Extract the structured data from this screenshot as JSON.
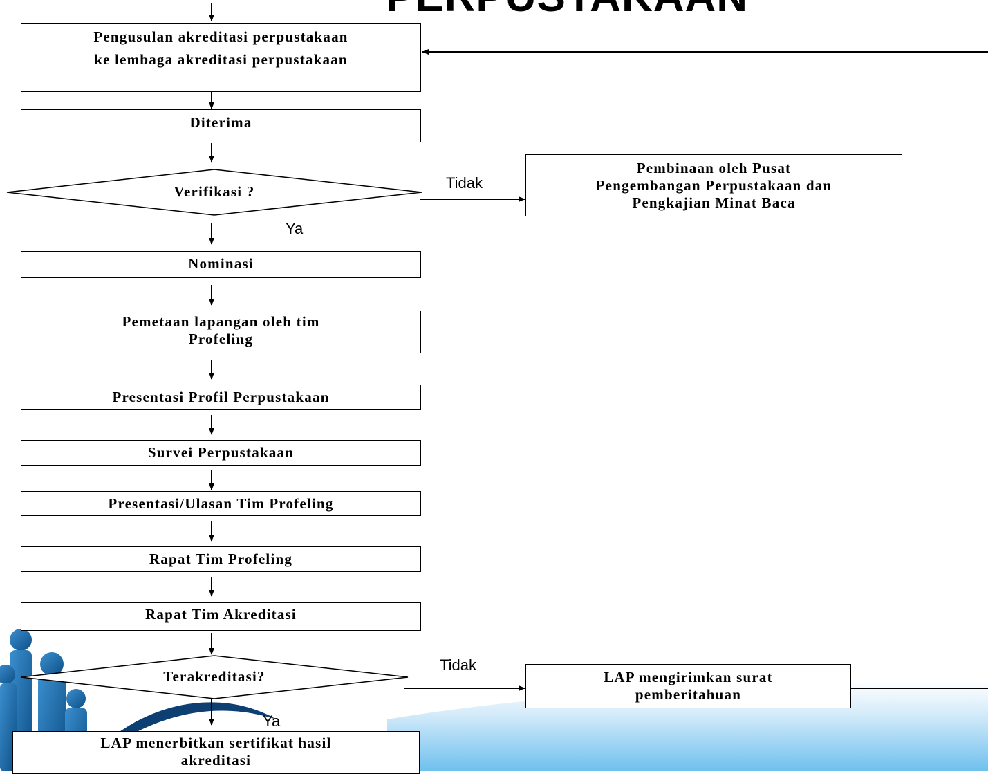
{
  "title": "PERPUSTAKAAN",
  "steps": [
    {
      "line1": "Pengusulan akreditasi perpustakaan",
      "line2": "ke lembaga akreditasi perpustakaan"
    },
    {
      "line1": "Diterima",
      "line2": ""
    },
    {
      "line1": "Nominasi",
      "line2": ""
    },
    {
      "line1": "Pemetaan lapangan oleh tim",
      "line2": "Profeling"
    },
    {
      "line1": "Presentasi Profil Perpustakaan",
      "line2": ""
    },
    {
      "line1": "Survei Perpustakaan",
      "line2": ""
    },
    {
      "line1": "Presentasi/Ulasan Tim Profeling",
      "line2": ""
    },
    {
      "line1": "Rapat Tim Profeling",
      "line2": ""
    },
    {
      "line1": "Rapat Tim Akreditasi",
      "line2": ""
    },
    {
      "line1": "LAP menerbitkan sertifikat hasil",
      "line2": "akreditasi"
    }
  ],
  "decisions": [
    {
      "label": "Verifikasi ?",
      "yes": "Ya",
      "no": "Tidak"
    },
    {
      "label": "Terakreditasi?",
      "yes": "Ya",
      "no": "Tidak"
    }
  ],
  "side_boxes": [
    {
      "line1": "Pembinaan oleh Pusat",
      "line2": "Pengembangan Perpustakaan dan",
      "line3": "Pengkajian Minat Baca"
    },
    {
      "line1": "LAP mengirimkan surat",
      "line2": "pemberitahuan",
      "line3": ""
    }
  ],
  "colors": {
    "line": "#000000",
    "background_accent": "#3aa0dc",
    "figures": "#1f6fa8"
  }
}
